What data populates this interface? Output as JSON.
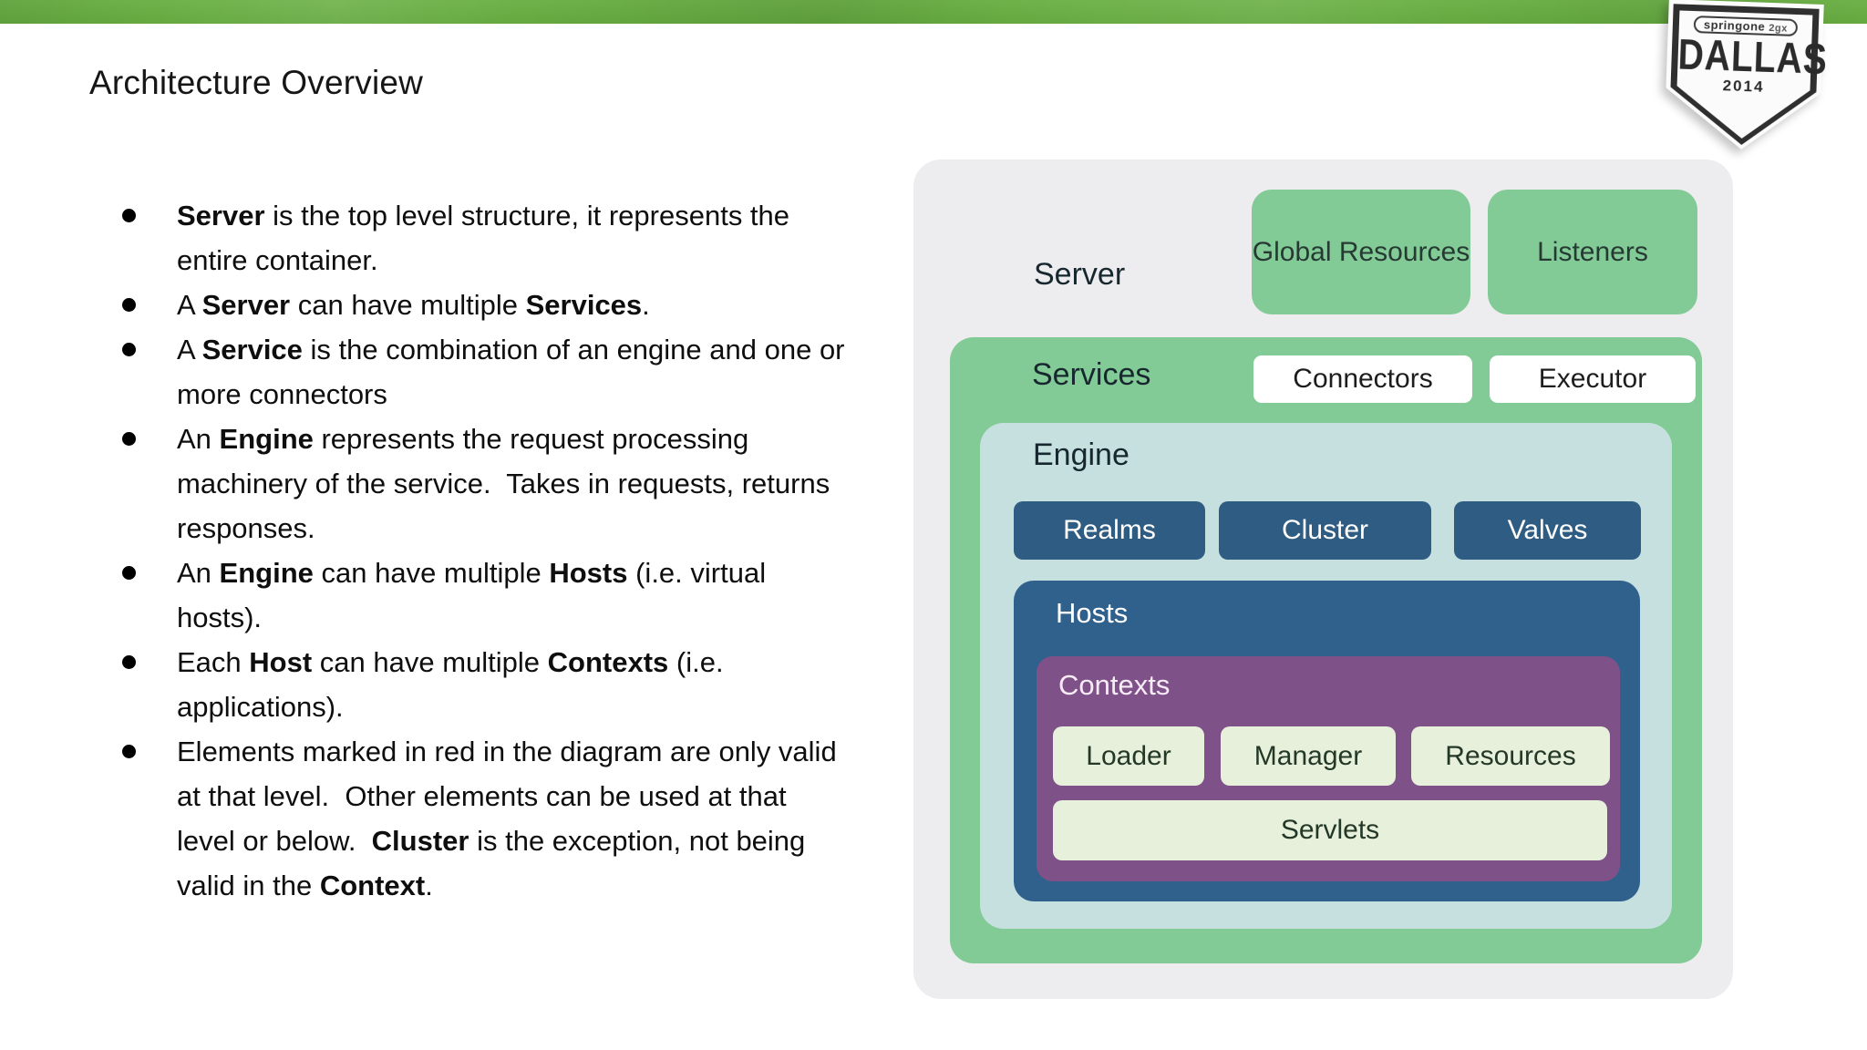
{
  "slide": {
    "title": "Architecture Overview",
    "badge": {
      "brand_primary": "springone",
      "brand_suffix": "2gx",
      "city": "DALLAS",
      "year": "2014"
    }
  },
  "bullets": [
    {
      "segments": [
        {
          "text": "Server",
          "bold": true
        },
        {
          "text": " is the top level structure, it represents the entire container.",
          "bold": false
        }
      ]
    },
    {
      "segments": [
        {
          "text": "A ",
          "bold": false
        },
        {
          "text": "Server",
          "bold": true
        },
        {
          "text": " can have multiple ",
          "bold": false
        },
        {
          "text": "Services",
          "bold": true
        },
        {
          "text": ".",
          "bold": false
        }
      ]
    },
    {
      "segments": [
        {
          "text": "A ",
          "bold": false
        },
        {
          "text": "Service",
          "bold": true
        },
        {
          "text": " is the combination of an engine and one or more connectors",
          "bold": false
        }
      ]
    },
    {
      "segments": [
        {
          "text": "An ",
          "bold": false
        },
        {
          "text": "Engine",
          "bold": true
        },
        {
          "text": " represents the request processing machinery of the service.  Takes in requests, returns responses.",
          "bold": false
        }
      ]
    },
    {
      "segments": [
        {
          "text": "An ",
          "bold": false
        },
        {
          "text": "Engine",
          "bold": true
        },
        {
          "text": " can have multiple ",
          "bold": false
        },
        {
          "text": "Hosts",
          "bold": true
        },
        {
          "text": " (i.e. virtual hosts).",
          "bold": false
        }
      ]
    },
    {
      "segments": [
        {
          "text": "Each ",
          "bold": false
        },
        {
          "text": "Host",
          "bold": true
        },
        {
          "text": " can have multiple ",
          "bold": false
        },
        {
          "text": "Contexts",
          "bold": true
        },
        {
          "text": " (i.e. applications).",
          "bold": false
        }
      ]
    },
    {
      "segments": [
        {
          "text": "Elements marked in red in the diagram are only valid at that level.  Other elements can be used at that level or below.  ",
          "bold": false
        },
        {
          "text": "Cluster",
          "bold": true
        },
        {
          "text": " is the exception, not being valid in the ",
          "bold": false
        },
        {
          "text": "Context",
          "bold": true
        },
        {
          "text": ".",
          "bold": false
        }
      ]
    }
  ],
  "diagram": {
    "server_label": "Server",
    "global_resources_label": "Global Resources",
    "listeners_label": "Listeners",
    "services_label": "Services",
    "connectors_label": "Connectors",
    "executor_label": "Executor",
    "engine_label": "Engine",
    "realms_label": "Realms",
    "cluster_label": "Cluster",
    "valves_label": "Valves",
    "hosts_label": "Hosts",
    "contexts_label": "Contexts",
    "loader_label": "Loader",
    "manager_label": "Manager",
    "resources_label": "Resources",
    "servlets_label": "Servlets"
  },
  "colors": {
    "top_bar_green": "#6fb24a",
    "diagram_bg": "#ededf0",
    "green_box": "#82ca96",
    "teal_box": "#c5e0de",
    "chip_blue": "#2e5c82",
    "hosts_blue": "#2f618c",
    "purple_box": "#7f5189",
    "pale_box": "#e7f0da"
  }
}
